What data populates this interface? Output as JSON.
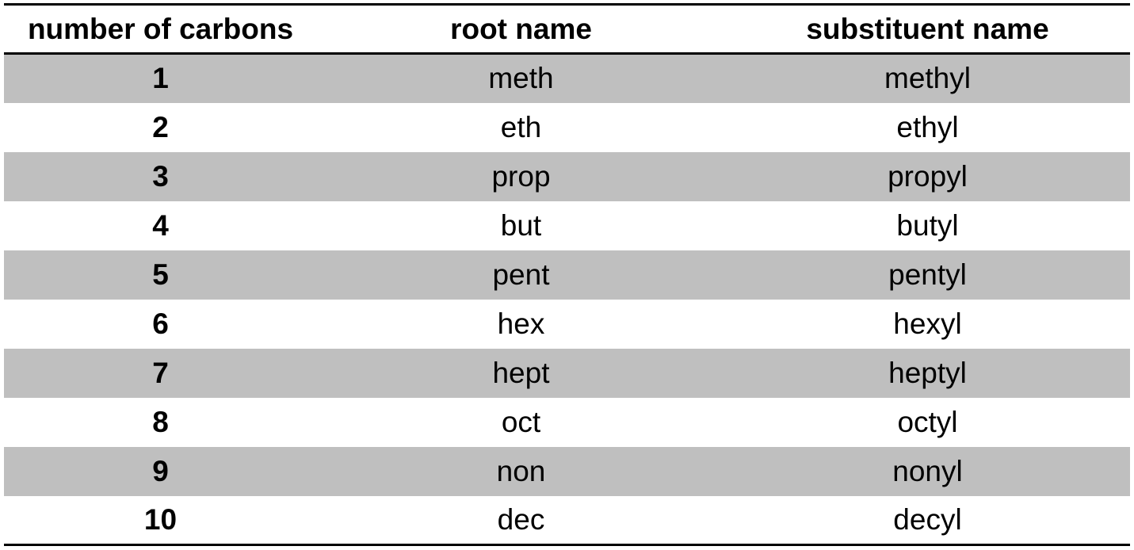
{
  "table": {
    "headers": [
      "number of carbons",
      "root name",
      "substituent name"
    ],
    "rows": [
      {
        "carbons": "1",
        "root": "meth",
        "substituent": "methyl"
      },
      {
        "carbons": "2",
        "root": "eth",
        "substituent": "ethyl"
      },
      {
        "carbons": "3",
        "root": "prop",
        "substituent": "propyl"
      },
      {
        "carbons": "4",
        "root": "but",
        "substituent": "butyl"
      },
      {
        "carbons": "5",
        "root": "pent",
        "substituent": "pentyl"
      },
      {
        "carbons": "6",
        "root": "hex",
        "substituent": "hexyl"
      },
      {
        "carbons": "7",
        "root": "hept",
        "substituent": "heptyl"
      },
      {
        "carbons": "8",
        "root": "oct",
        "substituent": "octyl"
      },
      {
        "carbons": "9",
        "root": "non",
        "substituent": "nonyl"
      },
      {
        "carbons": "10",
        "root": "dec",
        "substituent": "decyl"
      }
    ],
    "shade_color": "#bfbfbf"
  }
}
